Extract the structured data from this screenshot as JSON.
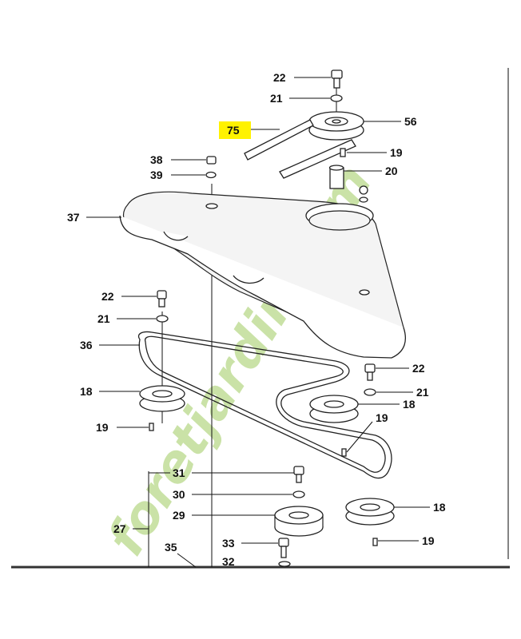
{
  "watermark": {
    "text": "foretjardin.com",
    "green": "#b9d98a",
    "orange": "#f2b35a",
    "gray": "#d2d2c8"
  },
  "callouts": {
    "c22_top": "22",
    "c21_top": "21",
    "c75": "75",
    "c56": "56",
    "c19_a": "19",
    "c20": "20",
    "c38": "38",
    "c39": "39",
    "c37": "37",
    "c22_mid": "22",
    "c21_mid": "21",
    "c36": "36",
    "c22_right": "22",
    "c21_right": "21",
    "c18_left": "18",
    "c18_mid": "18",
    "c19_b": "19",
    "c19_c": "19",
    "c31": "31",
    "c30": "30",
    "c29": "29",
    "c18_right": "18",
    "c27": "27",
    "c33": "33",
    "c19_d": "19",
    "c35": "35",
    "c32": "32"
  },
  "highlight_color": "#fff200"
}
